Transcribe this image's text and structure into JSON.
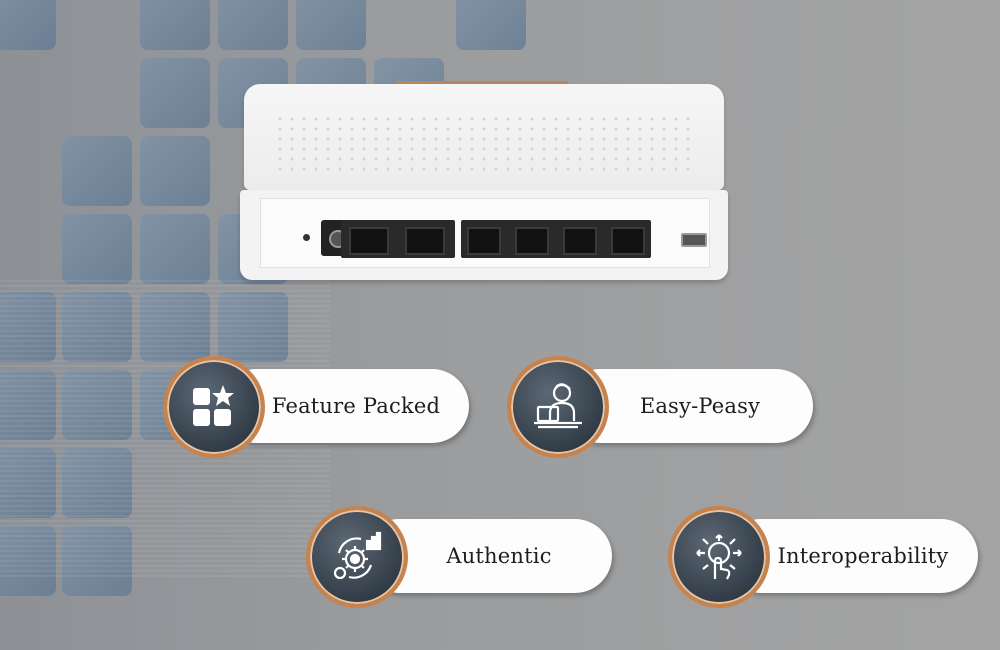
{
  "features": [
    {
      "label": "Feature Packed",
      "icon": "apps-star-icon"
    },
    {
      "label": "Easy-Peasy",
      "icon": "person-laptop-icon"
    },
    {
      "label": "Authentic",
      "icon": "gear-chart-icon"
    },
    {
      "label": "Interoperability",
      "icon": "hand-network-icon"
    }
  ],
  "colors": {
    "accent": "#c7834e",
    "circle": "#2e3944",
    "pill": "#fdfdfd"
  }
}
